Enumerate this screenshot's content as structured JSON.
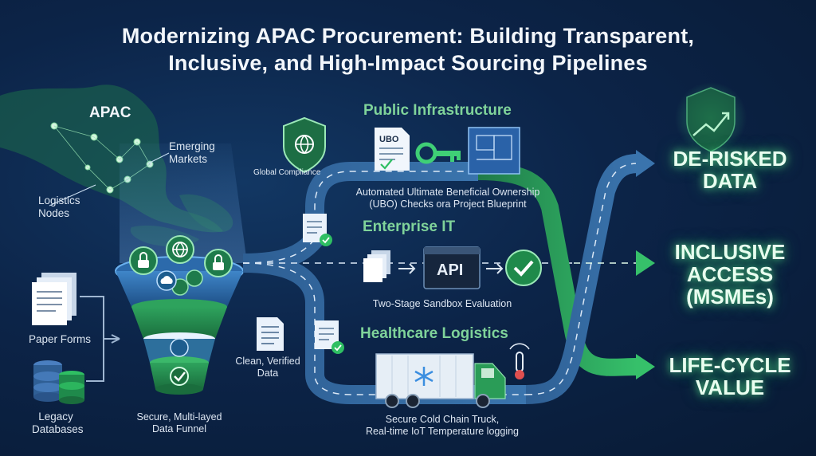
{
  "title": {
    "line1": "Modernizing APAC Procurement: Building Transparent,",
    "line2": "Inclusive, and High-Impact Sourcing Pipelines"
  },
  "map": {
    "region": "APAC",
    "emerging": "Emerging\nMarkets",
    "logistics": "Logistics\nNodes"
  },
  "badge": {
    "label": "Global Compliance"
  },
  "inputs": {
    "paper_forms": "Paper Forms",
    "legacy_db": "Legacy\nDatabases"
  },
  "funnel": {
    "caption": "Secure, Multi-layed\nData Funnel"
  },
  "output": {
    "caption": "Clean, Verified\nData"
  },
  "pipelines": [
    {
      "title": "Public Infrastructure",
      "caption": "Automated Ultimate Beneficial Ownership\n(UBO) Checks ora Project Blueprint",
      "doc_label": "UBO"
    },
    {
      "title": "Enterprise IT",
      "caption": "Two-Stage Sandbox Evaluation",
      "api_label": "API"
    },
    {
      "title": "Healthcare Logistics",
      "caption": "Secure Cold Chain Truck,\nReal-time IoT Temperature logging"
    }
  ],
  "outcomes": [
    {
      "label": "DE-RISKED\nDATA"
    },
    {
      "label": "INCLUSIVE\nACCESS\n(MSMEs)"
    },
    {
      "label": "LIFE-CYCLE\nVALUE"
    }
  ],
  "colors": {
    "accent_green": "#2fbf63",
    "road_blue": "#2f5f95",
    "highlight": "#7fd39a"
  }
}
